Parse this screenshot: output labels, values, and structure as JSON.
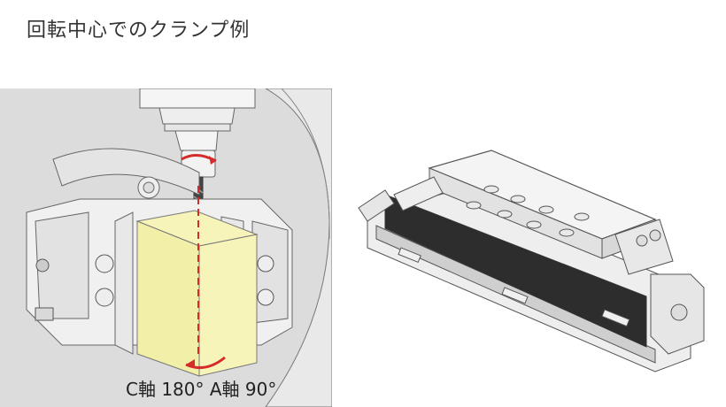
{
  "page": {
    "title": "回転中心でのクランプ例",
    "caption": "C軸 180°  A軸 90°"
  },
  "colors": {
    "background_panel": "#dcdcdc",
    "workpiece": "#f2f0a8",
    "arrow_red": "#d62b2b",
    "outline": "#555555",
    "dark_panel": "#2d2d2d"
  },
  "illustrations": {
    "left": "machining-clamp-illustration",
    "right": "vise-product-illustration"
  }
}
